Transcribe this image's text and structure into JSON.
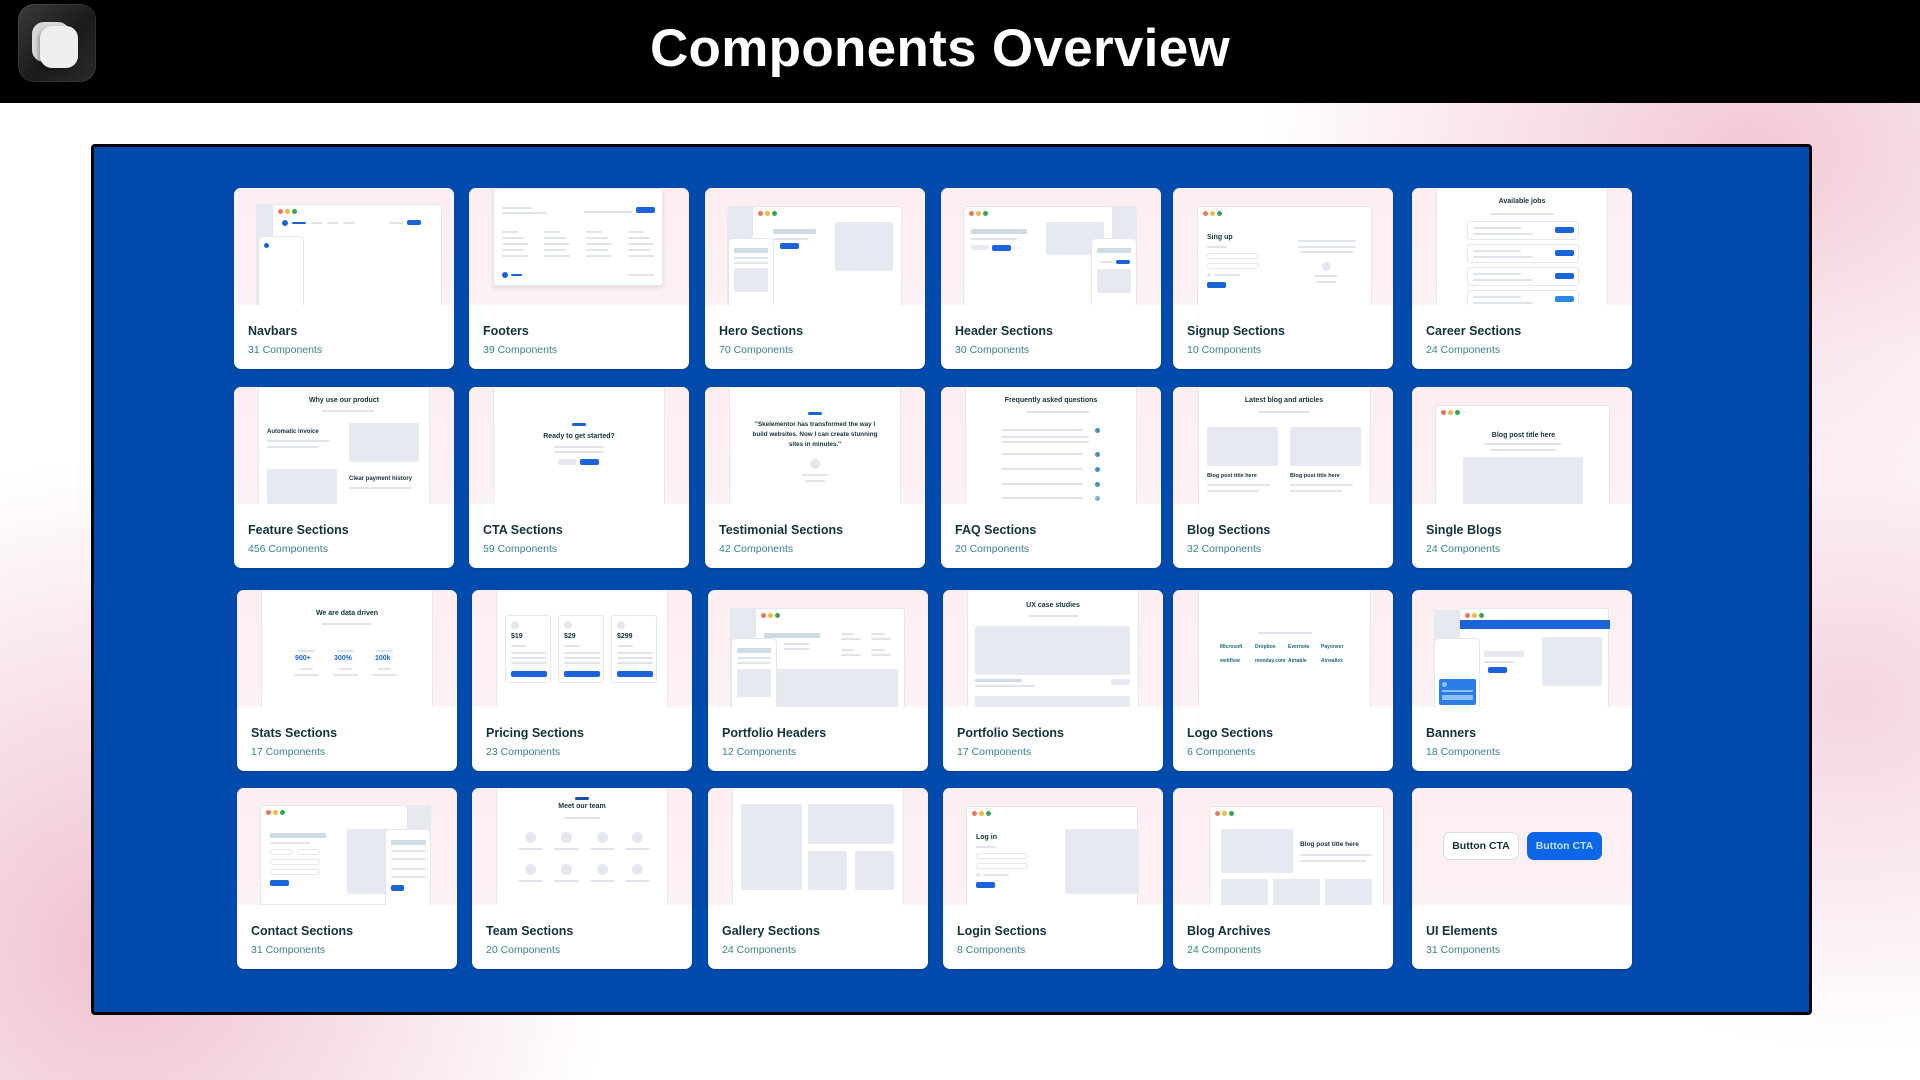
{
  "header": {
    "title": "Components Overview",
    "app_icon": "stacked-squares-logo-icon"
  },
  "colors": {
    "panel_blue": "#024aab",
    "header_bg": "#000000",
    "card_title": "#14323a",
    "card_count": "#3b7f8f",
    "accent_button": "#1a63d8",
    "preview_bg": "#fdeef1"
  },
  "cards": [
    {
      "title": "Navbars",
      "count": "31 Components"
    },
    {
      "title": "Footers",
      "count": "39 Components"
    },
    {
      "title": "Hero Sections",
      "count": "70 Components"
    },
    {
      "title": "Header Sections",
      "count": "30 Components"
    },
    {
      "title": "Signup Sections",
      "count": "10 Components",
      "preview_heading": "Sing up"
    },
    {
      "title": "Career Sections",
      "count": "24 Components",
      "preview_heading": "Available jobs"
    },
    {
      "title": "Feature Sections",
      "count": "456 Components",
      "preview_heading": "Why use our product",
      "preview_item1": "Automatic invoice",
      "preview_item2": "Clear payment history"
    },
    {
      "title": "CTA Sections",
      "count": "59 Components",
      "preview_heading": "Ready to get started?"
    },
    {
      "title": "Testimonial Sections",
      "count": "42 Components",
      "preview_quote": "\"Skelementor has transformed the way I build websites. Now I can create stunning sites in minutes.\""
    },
    {
      "title": "FAQ Sections",
      "count": "20 Components",
      "preview_heading": "Frequently asked questions"
    },
    {
      "title": "Blog Sections",
      "count": "32 Components",
      "preview_heading": "Latest blog and articles",
      "preview_post": "Blog post title here"
    },
    {
      "title": "Single Blogs",
      "count": "24 Components",
      "preview_heading": "Blog post title here"
    },
    {
      "title": "Stats Sections",
      "count": "17 Components",
      "preview_heading": "We are data driven",
      "preview_stats": [
        "900+",
        "300%",
        "100k"
      ]
    },
    {
      "title": "Pricing Sections",
      "count": "23 Components",
      "preview_prices": [
        "$19",
        "$29",
        "$299"
      ]
    },
    {
      "title": "Portfolio Headers",
      "count": "12 Components"
    },
    {
      "title": "Portfolio Sections",
      "count": "17 Components",
      "preview_heading": "UX case studies"
    },
    {
      "title": "Logo Sections",
      "count": "6 Components",
      "preview_logos": [
        "Microsoft",
        "Dropbox",
        "Evernote",
        "Payoneer",
        "webflow",
        "monday.com",
        "Airtable",
        "Airwallex"
      ]
    },
    {
      "title": "Banners",
      "count": "18 Components"
    },
    {
      "title": "Contact Sections",
      "count": "31 Components"
    },
    {
      "title": "Team Sections",
      "count": "20 Components",
      "preview_heading": "Meet our team"
    },
    {
      "title": "Gallery Sections",
      "count": "24 Components"
    },
    {
      "title": "Login Sections",
      "count": "8 Components",
      "preview_heading": "Log in"
    },
    {
      "title": "Blog Archives",
      "count": "24 Components",
      "preview_heading": "Blog post title here"
    },
    {
      "title": "UI Elements",
      "count": "31 Components",
      "preview_buttons": [
        "Button CTA",
        "Button CTA"
      ]
    }
  ]
}
